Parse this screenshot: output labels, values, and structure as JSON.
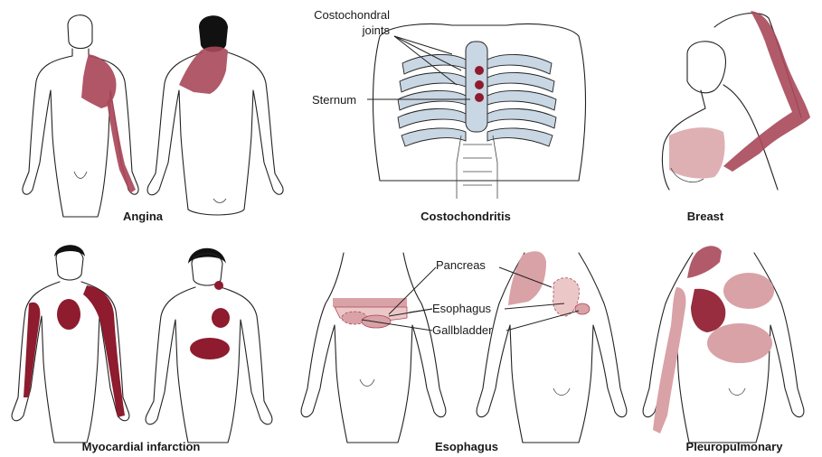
{
  "colors": {
    "pain_dark": "#8e1b2e",
    "pain_medium": "#a9485a",
    "pain_light": "#d9a2a6",
    "pain_pale": "#ecc7c8",
    "rib_fill": "#c9d6e3",
    "outline": "#222222"
  },
  "panels": {
    "angina": {
      "caption": "Angina"
    },
    "costochondritis": {
      "caption": "Costochondritis",
      "label_joints_line1": "Costochondral",
      "label_joints_line2": "joints",
      "label_sternum": "Sternum"
    },
    "breast": {
      "caption": "Breast"
    },
    "myocardial_infarction": {
      "caption": "Myocardial infarction"
    },
    "esophagus": {
      "caption": "Esophagus",
      "label_pancreas": "Pancreas",
      "label_esophagus": "Esophagus",
      "label_gallbladder": "Gallbladder"
    },
    "pleuropulmonary": {
      "caption": "Pleuropulmonary"
    }
  }
}
